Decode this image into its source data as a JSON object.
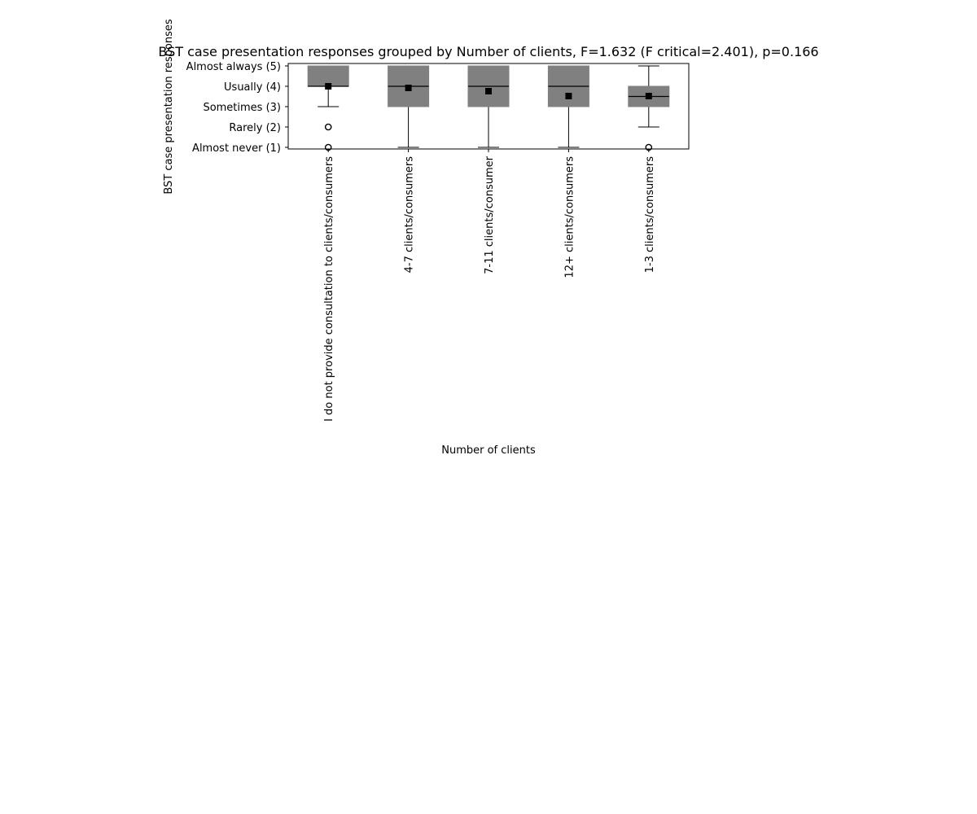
{
  "chart_data": {
    "type": "box",
    "title": "BST case presentation responses grouped by Number of clients, F=1.632 (F critical=2.401), p=0.166",
    "xlabel": "Number of clients",
    "ylabel": "BST case presentation responses",
    "ylim": [
      1,
      5
    ],
    "yticks": [
      {
        "value": 5,
        "label": "Almost always (5)"
      },
      {
        "value": 4,
        "label": "Usually (4)"
      },
      {
        "value": 3,
        "label": "Sometimes (3)"
      },
      {
        "value": 2,
        "label": "Rarely (2)"
      },
      {
        "value": 1,
        "label": "Almost never (1)"
      }
    ],
    "categories": [
      "I do not provide consultation to clients/consumers",
      "4-7 clients/consumers",
      "7-11 clients/consumer",
      "12+ clients/consumers",
      "1-3 clients/consumers"
    ],
    "boxes": [
      {
        "q1": 4,
        "median": 4,
        "q3": 5,
        "whisker_low": 3,
        "whisker_high": 5,
        "mean": 4.0,
        "outliers": [
          2,
          1
        ]
      },
      {
        "q1": 3,
        "median": 4,
        "q3": 5,
        "whisker_low": 1,
        "whisker_high": 5,
        "mean": 3.92,
        "outliers": []
      },
      {
        "q1": 3,
        "median": 4,
        "q3": 5,
        "whisker_low": 1,
        "whisker_high": 5,
        "mean": 3.76,
        "outliers": []
      },
      {
        "q1": 3,
        "median": 4,
        "q3": 5,
        "whisker_low": 1,
        "whisker_high": 5,
        "mean": 3.52,
        "outliers": []
      },
      {
        "q1": 3,
        "median": 3.5,
        "q3": 4,
        "whisker_low": 2,
        "whisker_high": 5,
        "mean": 3.52,
        "outliers": [
          1
        ]
      }
    ],
    "box_color": "#808080",
    "grid": false
  }
}
